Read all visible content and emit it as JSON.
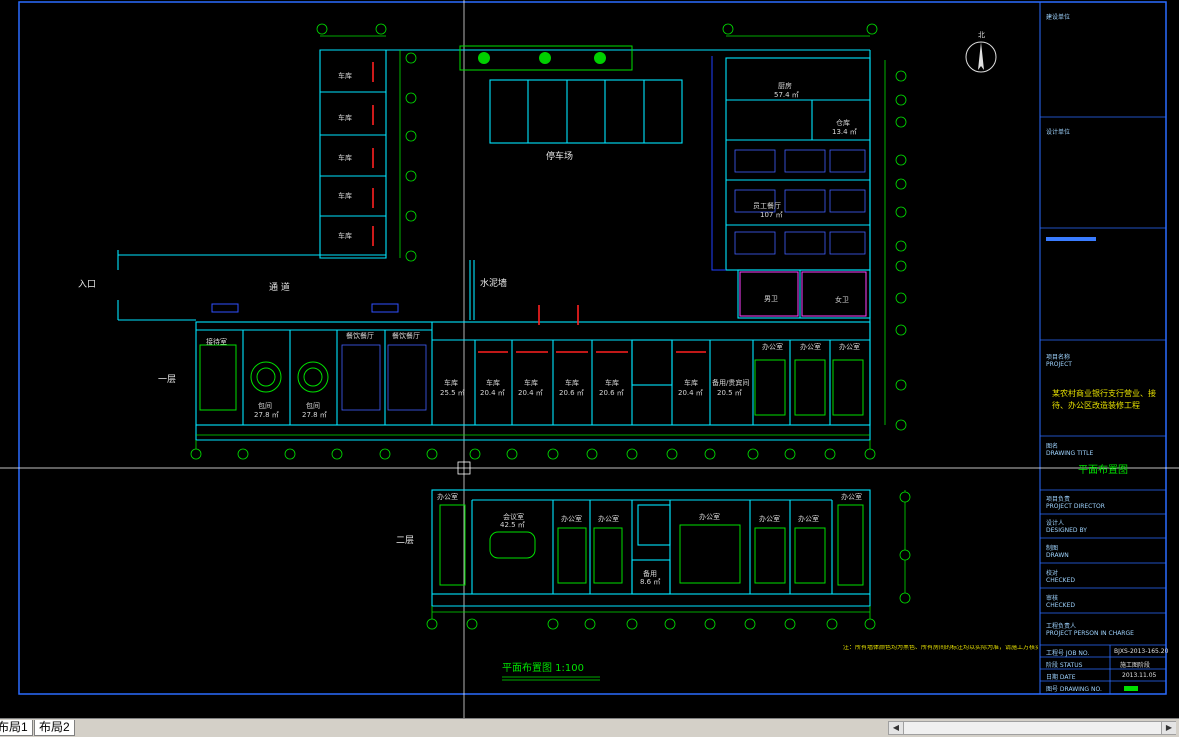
{
  "drawing": {
    "plan_title": "平面布置图 1:100",
    "floor1_label": "一层",
    "floor2_label": "二层",
    "entrance": "入口",
    "passage": "通 道",
    "parking": "停车场",
    "cement_wall": "水泥墙",
    "north": "北",
    "note": "注：所有墙体颜色均为黑色、所有房间的标注均以实际为准，请施工方核实。",
    "rooms_f1": [
      {
        "name": "车库",
        "area": "25.5 ㎡"
      },
      {
        "name": "车库",
        "area": "20.4 ㎡"
      },
      {
        "name": "车库",
        "area": "20.4 ㎡"
      },
      {
        "name": "车库",
        "area": "20.6 ㎡"
      },
      {
        "name": "车库",
        "area": "20.6 ㎡"
      },
      {
        "name": "车库",
        "area": "20.4 ㎡"
      },
      {
        "name": "备用/贵宾间",
        "area": "20.5 ㎡"
      }
    ],
    "other_rooms": {
      "kitchen": "厨房",
      "kitchen_area": "57.4 ㎡",
      "storage": "仓库",
      "storage_area": "13.4 ㎡",
      "canteen": "员工餐厅",
      "canteen_area": "107 ㎡",
      "bath_m": "男卫",
      "bath_f": "女卫",
      "private1": "包间",
      "private1_area": "27.8 ㎡",
      "private2": "包间",
      "private2_area": "27.8 ㎡",
      "vip_hall": "接待室",
      "dining1": "餐饮餐厅",
      "dining2": "餐饮餐厅",
      "meeting": "会议室",
      "meeting_area": "42.5 ㎡",
      "office": "办公室",
      "spare": "备用",
      "spare_area": "8.6 ㎡"
    },
    "left_garages": [
      "车库",
      "车库",
      "车库",
      "车库",
      "车库"
    ]
  },
  "titleblock": {
    "construction_unit": "建设单位",
    "design_unit": "设计单位",
    "project_name_label": "项目名称",
    "project_name_en": "PROJECT",
    "project_name": "某农村商业银行支行营业、接待、办公区改造装修工程",
    "drawing_title_label": "图名",
    "drawing_title_en": "DRAWING TITLE",
    "drawing_title": "平面布置图",
    "rows": [
      {
        "cn": "项目负责",
        "en": "PROJECT DIRECTOR"
      },
      {
        "cn": "设计人",
        "en": "DESIGNED BY"
      },
      {
        "cn": "制图",
        "en": "DRAWN"
      },
      {
        "cn": "校对",
        "en": "CHECKED"
      },
      {
        "cn": "审核",
        "en": "CHECKED"
      },
      {
        "cn": "工程负责人",
        "en": "PROJECT PERSON IN CHARGE"
      }
    ],
    "job_no_label": "工程号 JOB NO.",
    "job_no": "BJXS-2013-165.20",
    "status_label": "阶段 STATUS",
    "status": "施工图阶段",
    "date_label": "日期 DATE",
    "date": "2013.11.05",
    "drawing_no_label": "图号 DRAWING NO."
  },
  "layout_tabs": [
    "布局1",
    "布局2"
  ],
  "colors": {
    "background": "#000000",
    "wall": "#00ffff",
    "dim": "#00e000",
    "red": "#ff2020",
    "magenta": "#ff40ff",
    "blue": "#2040ff",
    "yellow": "#e6e000"
  }
}
